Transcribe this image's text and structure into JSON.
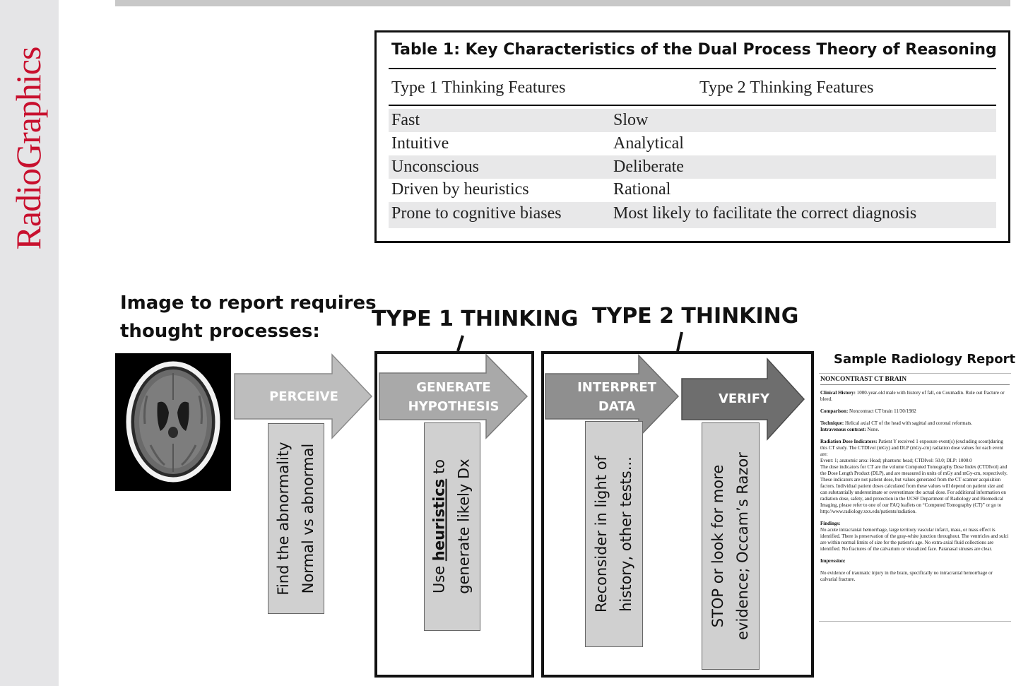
{
  "journal": {
    "name": "RadioGraphics",
    "brand_color": "#c8102e"
  },
  "table": {
    "title": "Table 1: Key Characteristics of the Dual Process Theory of Reasoning",
    "col1_header": "Type 1 Thinking Features",
    "col2_header": "Type 2 Thinking Features",
    "rows": [
      {
        "type1": "Fast",
        "type2": "Slow"
      },
      {
        "type1": "Intuitive",
        "type2": "Analytical"
      },
      {
        "type1": "Unconscious",
        "type2": "Deliberate"
      },
      {
        "type1": "Driven by heuristics",
        "type2": "Rational"
      },
      {
        "type1": "Prone to cognitive biases",
        "type2": "Most likely to facilitate the correct diagnosis"
      }
    ]
  },
  "diagram": {
    "heading_line1": "Image to report requires",
    "heading_line2": "thought processes:",
    "type1_label": "TYPE 1 THINKING",
    "type2_label": "TYPE 2 THINKING",
    "steps": [
      {
        "label_lines": [
          "PERCEIVE"
        ],
        "note_line1": "Find the abnormality",
        "note_line2": "Normal vs abnormal"
      },
      {
        "label_lines": [
          "GENERATE",
          "HYPOTHESIS"
        ],
        "note_line1_pre": "Use ",
        "note_line1_bold": "heuristics",
        "note_line1_post": " to",
        "note_line2": "generate likely Dx"
      },
      {
        "label_lines": [
          "INTERPRET",
          "DATA"
        ],
        "note_line1": "Reconsider in light of",
        "note_line2": "history, other tests..."
      },
      {
        "label_lines": [
          "VERIFY"
        ],
        "note_line1": "STOP or look for more",
        "note_line2": "evidence; Occam’s Razor"
      }
    ],
    "arrow_colors": [
      "#bdbdbd",
      "#a9a9a9",
      "#8f8f8f",
      "#6e6e6e"
    ],
    "note_box_color": "#d0d0d0"
  },
  "report": {
    "heading": "Sample Radiology Report",
    "title": "NONCONTRAST CT BRAIN",
    "clinical_history_label": "Clinical History:",
    "clinical_history": "1000-year-old male with history of fall, on Coumadin. Rule out fracture or bleed.",
    "comparison_label": "Comparison:",
    "comparison": "Noncontract CT brain 11/30/1982",
    "technique_label": "Technique:",
    "technique": "Helical axial CT of the head with sagittal and coronal reformats.",
    "contrast_label": "Intravenous contrast:",
    "contrast": "None.",
    "dose_label": "Radiation Dose Indicators:",
    "dose": "Patient Y received 1 exposure event(s) (excluding scout)during this CT study. The CTDIvol (mGy) and DLP (mGy-cm) radiation dose values for each event are:",
    "dose_event": "Event: 1; anatomic area: Head; phantom: head; CTDIvol: 50.0; DLP: 1000.0",
    "dose_notes": "The dose indicators for CT are the volume Computed Tomography Dose Index (CTDIvol) and the Dose Length Product (DLP), and are measured in units of mGy and mGy-cm, respectively. These indicators are not patient dose, but values generated from the CT scanner acquisition factors. Individual patient doses calculated from these values will depend on patient size and can substantially underestimate or overestimate the actual dose. For additional information on radiation dose, safety, and protection in the UCSF Department of Radiology and Biomedical Imaging, please refer to one of our FAQ leaflets on “Computed Tomography (CT)” or go to http://www.radiology.xxx.edu/patients/radiation.",
    "findings_label": "Findings:",
    "findings": "No acute intracranial hemorrhage, large territory vascular infarct, mass, or mass effect is identified. There is preservation of the gray-white junction throughout. The ventricles and sulci are within normal limits of size for the patient's age. No extra-axial fluid collections are identified. No fractures of the calvarium or visualized face. Paranasal sinuses are clear.",
    "impression_label": "Impression:",
    "impression": "No evidence of traumatic injury in the brain, specifically no intracranial hemorrhage or calvarial fracture."
  }
}
